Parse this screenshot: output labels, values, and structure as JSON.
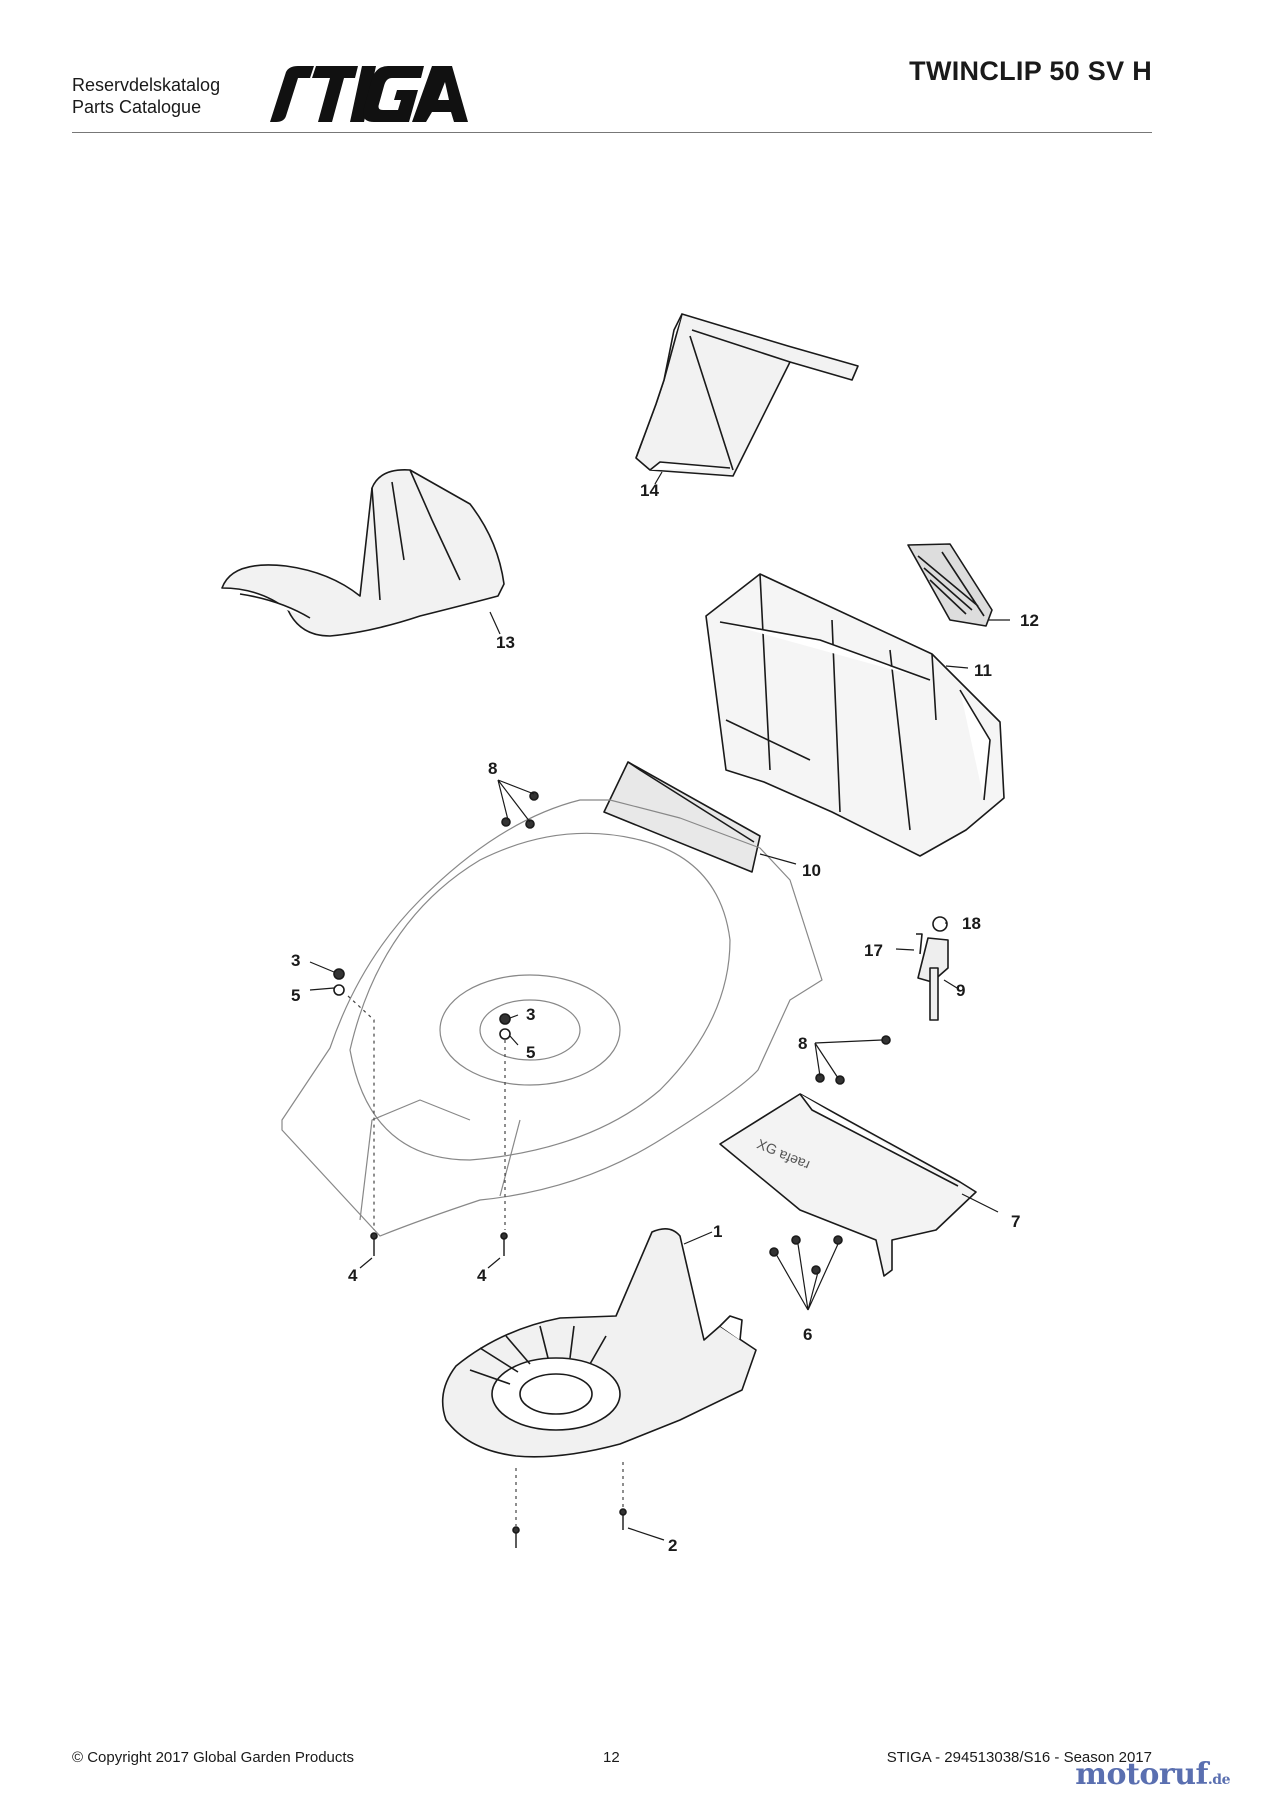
{
  "header": {
    "catalog_label_1": "Reservdelskatalog",
    "catalog_label_2": "Parts Catalogue",
    "brand": "STIGA",
    "model": "TWINCLIP 50 SV H"
  },
  "callouts": {
    "c1": "1",
    "c2": "2",
    "c3a": "3",
    "c3b": "3",
    "c4a": "4",
    "c4b": "4",
    "c5a": "5",
    "c5b": "5",
    "c6": "6",
    "c7": "7",
    "c8a": "8",
    "c8b": "8",
    "c9": "9",
    "c10": "10",
    "c11": "11",
    "c12": "12",
    "c13": "13",
    "c14": "14",
    "c17": "17",
    "c18": "18"
  },
  "footer": {
    "copyright": "© Copyright 2017 Global Garden Products",
    "page_number": "12",
    "document_ref": "STIGA - 294513038/S16 - Season 2017"
  },
  "watermark": {
    "name": "motoruf",
    "tld": ".de"
  }
}
